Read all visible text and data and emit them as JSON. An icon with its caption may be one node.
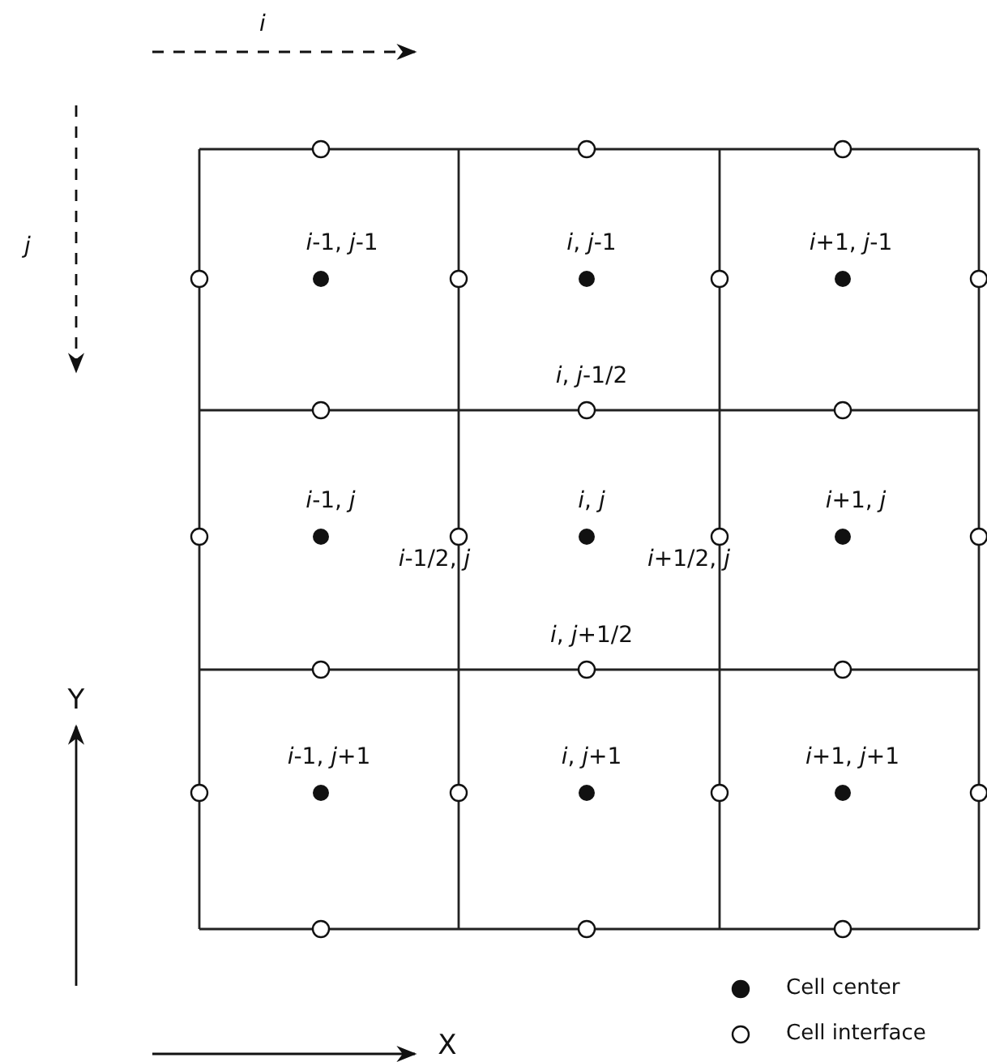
{
  "diagram": {
    "labels": [
      "i",
      "j",
      "*i*-1, *j*-1",
      "*i*, *j*-1",
      "*i*+1, *j*-1",
      "*i*, *j*-1/2",
      "*i*-1, *j*",
      "*i*, *j*",
      "*i*+1, *j*",
      "*i*-1/2, *j*",
      "*i*+1/2, *j*",
      "*i*, *j*+1/2",
      "Y",
      "*i*-1, *j*+1",
      "*i*, *j*+1",
      "*i*+1, *j*+1",
      "X"
    ],
    "legend": [
      {
        "text": "Cell center"
      },
      {
        "text": "Cell interface"
      }
    ]
  }
}
